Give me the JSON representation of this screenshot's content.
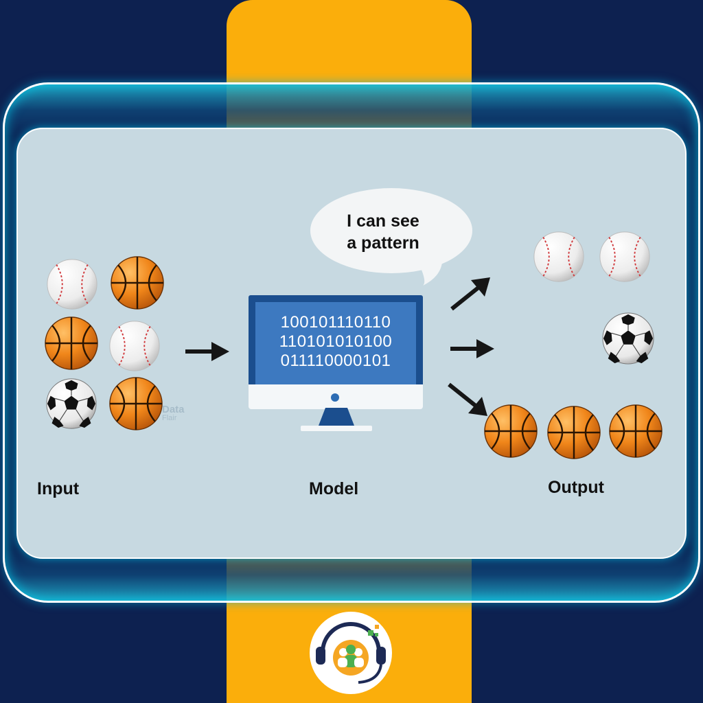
{
  "stages": {
    "input_label": "Input",
    "model_label": "Model",
    "output_label": "Output"
  },
  "speech_bubble": {
    "line1": "I can see",
    "line2": "a pattern"
  },
  "screen_code": [
    "100101110110",
    "110101010100",
    "011110000101"
  ],
  "colors": {
    "background": "#0d2150",
    "accent_stripe": "#fbae0b",
    "panel": "#c7d9e1",
    "monitor": "#1b4e8e",
    "basketball": "#f08a1c",
    "baseball_stitch": "#d0373a"
  },
  "input_balls": [
    "baseball",
    "basketball",
    "basketball",
    "baseball",
    "soccer-ball",
    "basketball"
  ],
  "output_balls": {
    "top": [
      "baseball",
      "baseball"
    ],
    "middle": [
      "soccer-ball"
    ],
    "bottom": [
      "basketball",
      "basketball",
      "basketball"
    ]
  },
  "watermark": {
    "line1": "Data",
    "line2": "Flair"
  }
}
